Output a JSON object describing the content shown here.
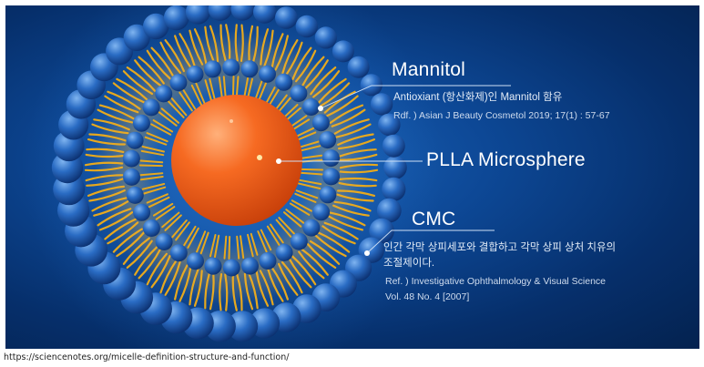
{
  "labels": {
    "mannitol": {
      "title": "Mannitol",
      "desc": "Antioxiant (항산화제)인 Mannitol 함유",
      "ref": "Rdf. ) Asian J Beauty Cosmetol 2019; 17(1) : 57-67"
    },
    "plla": {
      "title": "PLLA Microsphere"
    },
    "cmc": {
      "title": "CMC",
      "desc_line1": "인간 각막 상피세포와 결합하고 각막 상피 상처 치유의",
      "desc_line2": "조절제이다.",
      "ref_line1": "Ref. ) Investigative Ophthalmology & Visual Science",
      "ref_line2": "Vol. 48 No. 4 [2007]"
    }
  },
  "caption": "https://sciencenotes.org/micelle-definition-structure-and-function/",
  "colors": {
    "background": "#0d4896",
    "head_group": "#1e5fb5",
    "tail": "#e7a91f",
    "core": "#f2661e"
  }
}
